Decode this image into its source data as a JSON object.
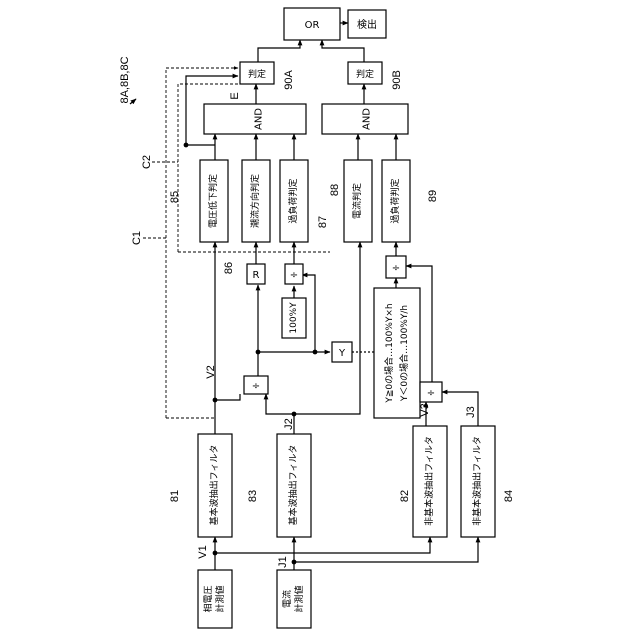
{
  "figure": {
    "ref_code": "8A,8B,8C"
  },
  "blocks": {
    "or_gate": "OR",
    "detect": "検出",
    "judge_a": "判定",
    "judge_b": "判定",
    "and_a": "AND",
    "and_b": "AND",
    "voltage_drop": "電圧低下判定",
    "flow_direction": "潮流方向判定",
    "overload_a": "過負荷判定",
    "current_judge": "電流判定",
    "overload_b": "過負荷判定",
    "r_block": "R",
    "div_1": "÷",
    "div_2": "÷",
    "div_3": "÷",
    "div_4": "÷",
    "ref_100": "100%Y",
    "y_block": "Y",
    "cond_1": "Y≧0の場合…100%Y×h",
    "cond_2": "Y＜0の場合…100%Y/h",
    "filter_81": "基本波抽出フィルタ",
    "filter_83": "基本波抽出フィルタ",
    "filter_82": "非基本波抽出フィルタ",
    "filter_84": "非基本波抽出フィルタ",
    "meter_voltage_1": "相電圧",
    "meter_voltage_2": "計測値",
    "meter_current_1": "電流",
    "meter_current_2": "計測値"
  },
  "labels": {
    "n81": "81",
    "n82": "82",
    "n83": "83",
    "n84": "84",
    "n85": "85",
    "n86": "86",
    "n87": "87",
    "n88": "88",
    "n89": "89",
    "n90a": "90A",
    "n90b": "90B",
    "c1": "C1",
    "c2": "C2",
    "e": "E",
    "v1": "V1",
    "v2": "V2",
    "v3": "V3",
    "j1": "J1",
    "j2": "J2",
    "j3": "J3"
  }
}
